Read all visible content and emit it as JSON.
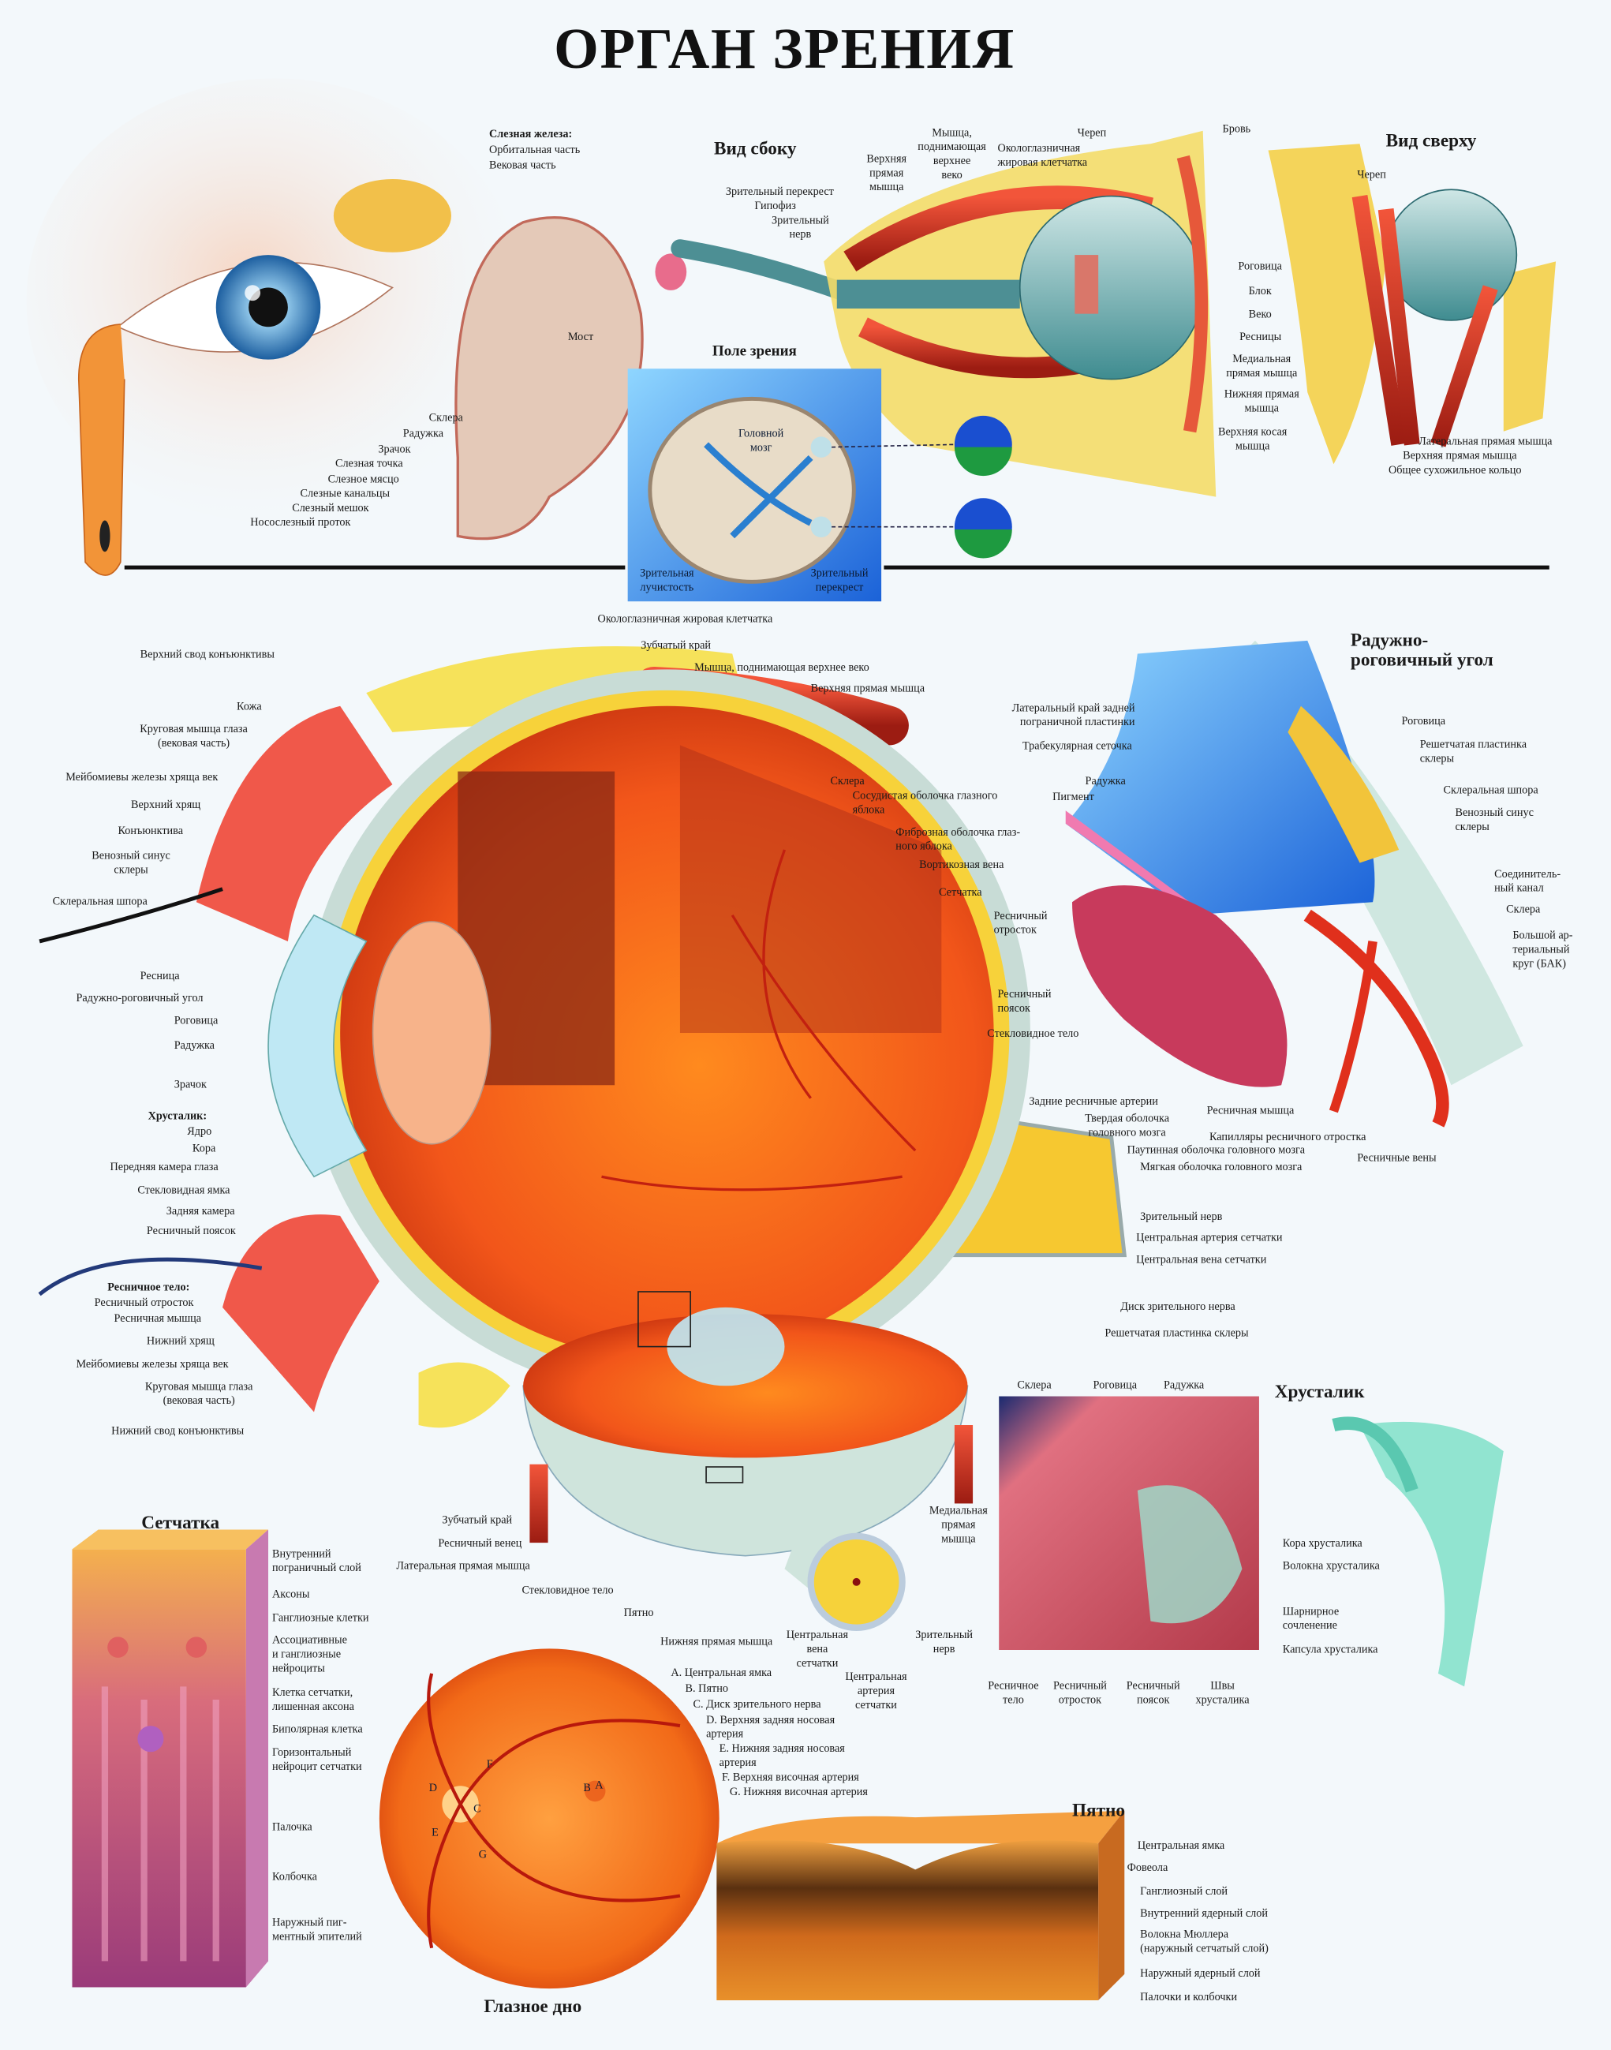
{
  "title": "ОРГАН ЗРЕНИЯ",
  "sections": {
    "tear": [
      [
        "Слезная железа:"
      ],
      [
        "Орбитальная часть"
      ],
      [
        "Вековая часть"
      ],
      [
        "Склера"
      ],
      [
        "Радужка"
      ],
      [
        "Зрачок"
      ],
      [
        "Слезная точка"
      ],
      [
        "Слезное мясцо"
      ],
      [
        "Слезные канальцы"
      ],
      [
        "Слезный мешок"
      ],
      [
        "Носослезный проток"
      ]
    ],
    "side": [
      [
        "Вид сбоку"
      ],
      [
        "Зрительный перекрест"
      ],
      [
        "Гипофиз"
      ],
      [
        "Зрительный",
        "нерв"
      ],
      [
        "Мост"
      ],
      [
        "Верхняя",
        "прямая",
        "мышца"
      ],
      [
        "Мышца,",
        "поднимающая",
        "верхнее",
        "веко"
      ],
      [
        "Окологлазничная",
        "жировая клетчатка"
      ],
      [
        "Череп"
      ],
      [
        "Бровь"
      ],
      [
        "Роговица"
      ],
      [
        "Веко"
      ],
      [
        "Ресницы"
      ],
      [
        "Медиальная",
        "прямая мышца"
      ],
      [
        "Нижняя прямая",
        "мышца"
      ],
      [
        "Верхняя косая",
        "мышца"
      ]
    ],
    "top": [
      [
        "Вид сверху"
      ],
      [
        "Череп"
      ],
      [
        "Блок"
      ],
      [
        "Латеральная прямая мышца"
      ],
      [
        "Верхняя прямая мышца"
      ],
      [
        "Общее сухожильное кольцо"
      ]
    ],
    "field": [
      [
        "Поле зрения"
      ],
      [
        "Головной",
        "мозг"
      ],
      [
        "Зрительная",
        "лучистость"
      ],
      [
        "Зрительный",
        "перекрест"
      ]
    ],
    "main": [
      [
        "Окологлазничная жировая клетчатка"
      ],
      [
        "Зубчатый край"
      ],
      [
        "Мышца, поднимающая верхнее веко"
      ],
      [
        "Верхняя прямая мышца"
      ],
      [
        "Верхний свод конъюнктивы"
      ],
      [
        "Кожа"
      ],
      [
        "Круговая мышца глаза",
        "(вековая часть)"
      ],
      [
        "Мейбомиевы железы хряща век"
      ],
      [
        "Верхний хрящ"
      ],
      [
        "Конъюнктива"
      ],
      [
        "Венозный синус",
        "склеры"
      ],
      [
        "Склеральная шпора"
      ],
      [
        "Ресница"
      ],
      [
        "Радужно-роговичный угол"
      ],
      [
        "Роговица"
      ],
      [
        "Радужка"
      ],
      [
        "Зрачок"
      ],
      [
        "Хрусталик:"
      ],
      [
        "Ядро"
      ],
      [
        "Кора"
      ],
      [
        "Передняя камера глаза"
      ],
      [
        "Стекловидная ямка"
      ],
      [
        "Задняя камера"
      ],
      [
        "Ресничный поясок"
      ],
      [
        "Ресничное тело:"
      ],
      [
        "Ресничный отросток"
      ],
      [
        "Ресничная мышца"
      ],
      [
        "Нижний хрящ"
      ],
      [
        "Мейбомиевы железы хряща век"
      ],
      [
        "Круговая мышца глаза",
        "(вековая часть)"
      ],
      [
        "Нижний свод конъюнктивы"
      ],
      [
        "Склера"
      ],
      [
        "Сосудистая оболочка глазного",
        "яблока"
      ],
      [
        "Фиброзная оболочка глаз-",
        "ного яблока"
      ],
      [
        "Вортикозная вена"
      ],
      [
        "Сетчатка"
      ],
      [
        "Стекловидное тело"
      ],
      [
        "Задние ресничные артерии"
      ],
      [
        "Твердая оболочка",
        "головного мозга"
      ],
      [
        "Паутинная оболочка головного мозга"
      ],
      [
        "Мягкая оболочка головного мозга"
      ],
      [
        "Зрительный нерв"
      ],
      [
        "Центральная артерия сетчатки"
      ],
      [
        "Центральная вена сетчатки"
      ],
      [
        "Диск зрительного нерва"
      ],
      [
        "Решетчатая пластинка склеры"
      ]
    ],
    "angle": [
      [
        "Радужно-",
        "роговичный угол"
      ],
      [
        "Латеральный край задней",
        "пограничной пластинки"
      ],
      [
        "Трабекулярная сеточка"
      ],
      [
        "Радужка"
      ],
      [
        "Пигмент"
      ],
      [
        "Роговица"
      ],
      [
        "Решетчатая пластинка",
        "склеры"
      ],
      [
        "Склеральная шпора"
      ],
      [
        "Венозный синус",
        "склеры"
      ],
      [
        "Соединитель-",
        "ный канал"
      ],
      [
        "Склера"
      ],
      [
        "Большой ар-",
        "териальный",
        "круг (БАК)"
      ],
      [
        "Ресничный",
        "отросток"
      ],
      [
        "Ресничный",
        "поясок"
      ],
      [
        "Ресничная мышца"
      ],
      [
        "Капилляры ресничного отростка"
      ],
      [
        "Ресничные вены"
      ]
    ],
    "retina": [
      [
        "Сетчатка"
      ],
      [
        "Внутренний",
        "пограничный слой"
      ],
      [
        "Аксоны"
      ],
      [
        "Ганглиозные клетки"
      ],
      [
        "Ассоциативные",
        "и ганглиозные",
        "нейроциты"
      ],
      [
        "Клетка сетчатки,",
        "лишенная аксона"
      ],
      [
        "Биполярная клетка"
      ],
      [
        "Горизонтальный",
        "нейроцит сетчатки"
      ],
      [
        "Палочка"
      ],
      [
        "Колбочка"
      ],
      [
        "Наружный пиг-",
        "ментный эпителий"
      ]
    ],
    "lower": [
      [
        "Зубчатый край"
      ],
      [
        "Ресничный венец"
      ],
      [
        "Латеральная прямая мышца"
      ],
      [
        "Стекловидное тело"
      ],
      [
        "Пятно"
      ],
      [
        "Нижняя прямая мышца"
      ],
      [
        "Центральная",
        "вена",
        "сетчатки"
      ],
      [
        "Центральная",
        "артерия",
        "сетчатки"
      ],
      [
        "Зрительный",
        "нерв"
      ],
      [
        "Медиальная",
        "прямая",
        "мышца"
      ]
    ],
    "lens": [
      [
        "Хрусталик"
      ],
      [
        "Склера"
      ],
      [
        "Роговица"
      ],
      [
        "Радужка"
      ],
      [
        "Кора хрусталика"
      ],
      [
        "Волокна хрусталика"
      ],
      [
        "Шарнирное",
        "сочленение"
      ],
      [
        "Капсула хрусталика"
      ],
      [
        "Ресничное",
        "тело"
      ],
      [
        "Ресничный",
        "отросток"
      ],
      [
        "Ресничный",
        "поясок"
      ],
      [
        "Швы",
        "хрусталика"
      ]
    ],
    "fundus": [
      [
        "Глазное дно"
      ],
      [
        "A. Центральная ямка"
      ],
      [
        "B. Пятно"
      ],
      [
        "C. Диск зрительного нерва"
      ],
      [
        "D. Верхняя задняя носовая",
        "артерия"
      ],
      [
        "E. Нижняя задняя носовая",
        "артерия"
      ],
      [
        "F. Верхняя височная артерия"
      ],
      [
        "G. Нижняя височная артерия"
      ],
      [
        "A"
      ],
      [
        "B"
      ],
      [
        "C"
      ],
      [
        "D"
      ],
      [
        "E"
      ],
      [
        "F"
      ],
      [
        "G"
      ]
    ],
    "macula": [
      [
        "Пятно"
      ],
      [
        "Центральная ямка"
      ],
      [
        "Фовеола"
      ],
      [
        "Ганглиозный слой"
      ],
      [
        "Внутренний ядерный слой"
      ],
      [
        "Волокна Мюллера",
        "(наружный сетчатый слой)"
      ],
      [
        "Наружный ядерный слой"
      ],
      [
        "Палочки и колбочки"
      ]
    ]
  }
}
